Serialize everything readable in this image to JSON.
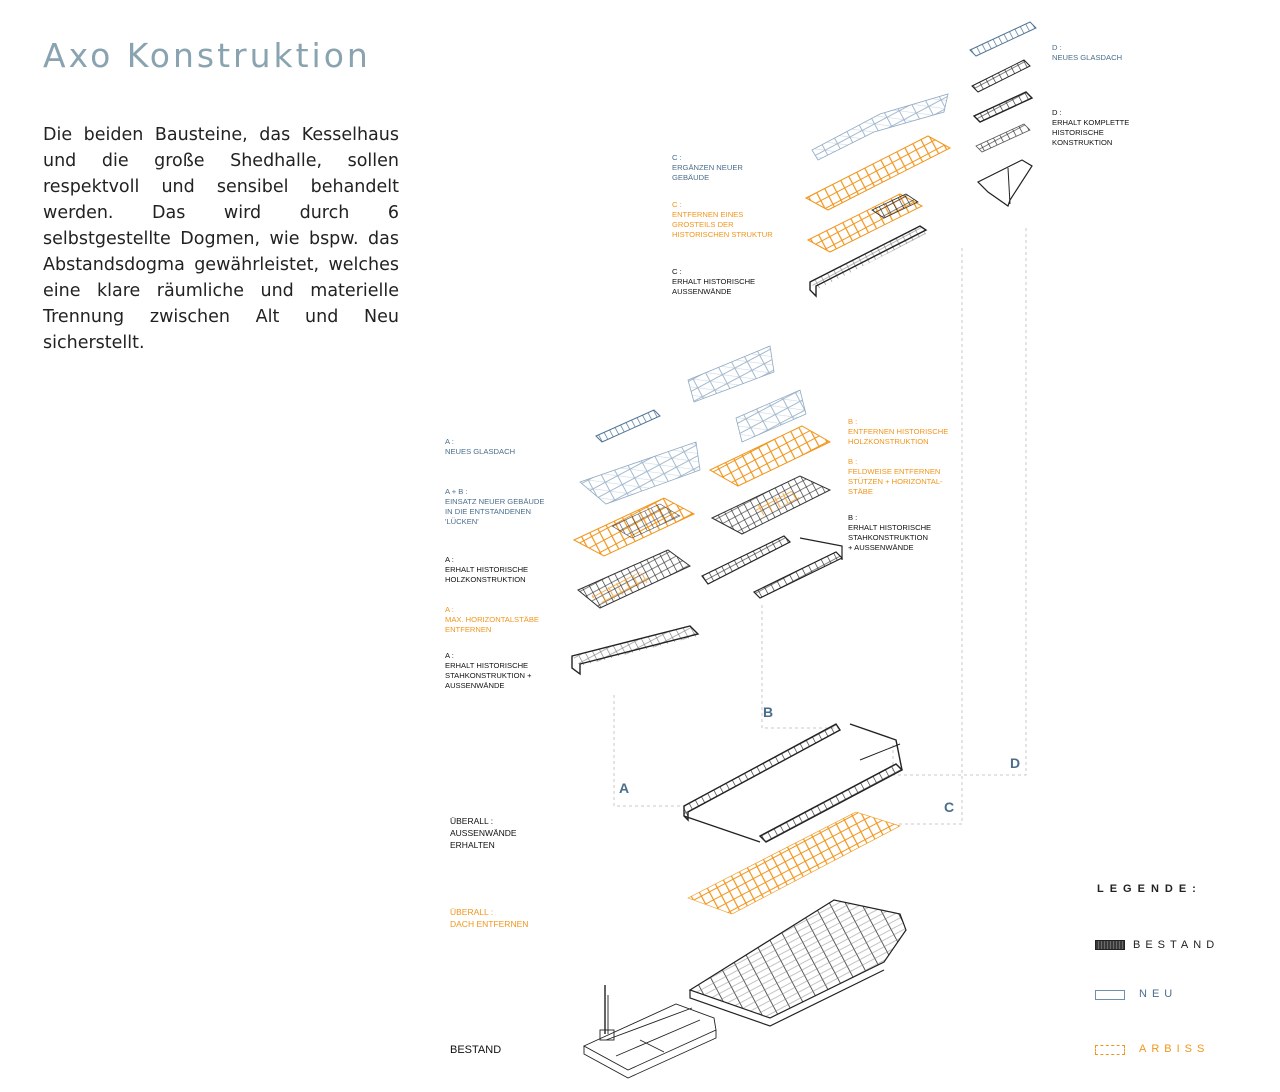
{
  "title": "Axo Konstruktion",
  "intro": "Die beiden Bausteine, das Kesselhaus und die große Shedhalle, sollen respektvoll und sensibel behandelt werden. Das wird durch 6 selbstgestellte Dogmen, wie bspw. das Abstandsdogma gewährleistet, welches eine klare räumliche und materielle Trennung zwischen Alt und Neu sicherstellt.",
  "colors": {
    "bestand": "#3a3a3a",
    "neu": "#6f8fad",
    "abriss": "#f2951b",
    "lines": "#c8c8c8"
  },
  "annotations": {
    "d1": "D :\nNeues Glasdach",
    "d2": "D :\nErhalt komplette\nhistorische\nKonstruktion",
    "c1": "C :\nErgänzen neuer\nGebäude",
    "c2": "C :\nEntfernen eines\nGrosteils der\nhistorischen Struktur",
    "c3": "C :\nErhalt historische\nAußenwände",
    "a1": "A :\nNeues Glasdach",
    "ab": "A + B :\nEinsatz neuer Gebäude\nin die entstandenen\n'Lücken'",
    "a2": "A :\nErhalt historische\nHolzkonstruktion",
    "a3": "A :\nMax. Horizontalstäbe\nentfernen",
    "a4": "A :\nErhalt historische\nStahkonstruktion +\nAußenwände",
    "b1": "B :\nEntfernen historische\nHolzkonstruktion",
    "b2": "B :\nFeldweise entfernen\nStützen + Horizontal-\nstäbe",
    "b3": "B :\nErhalt historische\nStahkonstruktion\n+ Außenwände",
    "u1": "ÜBERALL :\nAußenwände\nerhalten",
    "u2": "ÜBERALL :\nDach entfernen",
    "bestand": "BESTAND"
  },
  "sections": {
    "a": "A",
    "b": "B",
    "c": "C",
    "d": "D"
  },
  "legend": {
    "title": "LEGENDE:",
    "items": [
      {
        "label": "BESTAND"
      },
      {
        "label": "NEU"
      },
      {
        "label": "ARBISS"
      }
    ]
  }
}
